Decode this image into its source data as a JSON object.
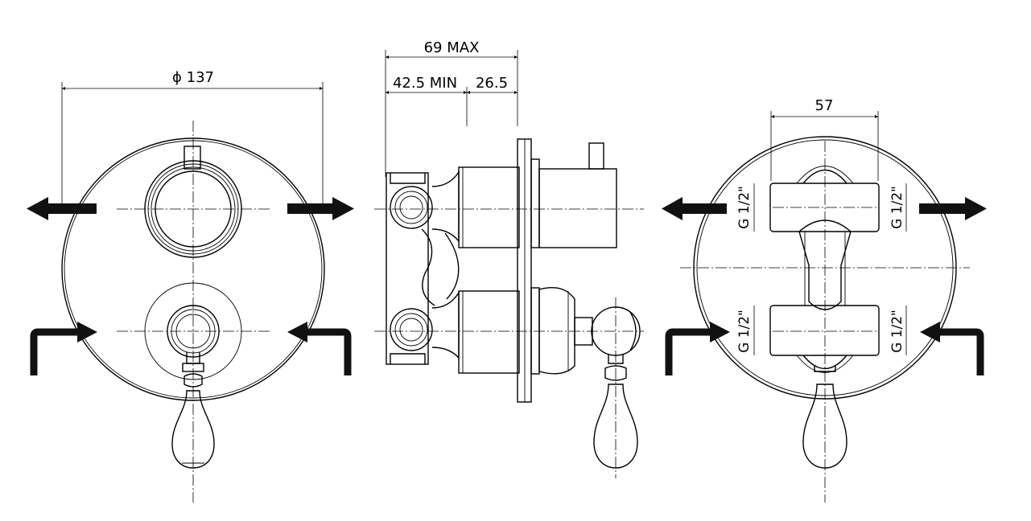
{
  "dimensions": {
    "diameter": "ϕ 137",
    "max_depth": "69 MAX",
    "min_depth": "42.5 MIN",
    "plate_depth": "26.5",
    "port_spacing": "57",
    "thread_upper_left": "G 1/2\"",
    "thread_upper_right": "G 1/2\"",
    "thread_lower_left": "G 1/2\"",
    "thread_lower_right": "G 1/2\""
  },
  "colors": {
    "line": "#000000",
    "arrow": "#111111",
    "background": "#ffffff"
  }
}
